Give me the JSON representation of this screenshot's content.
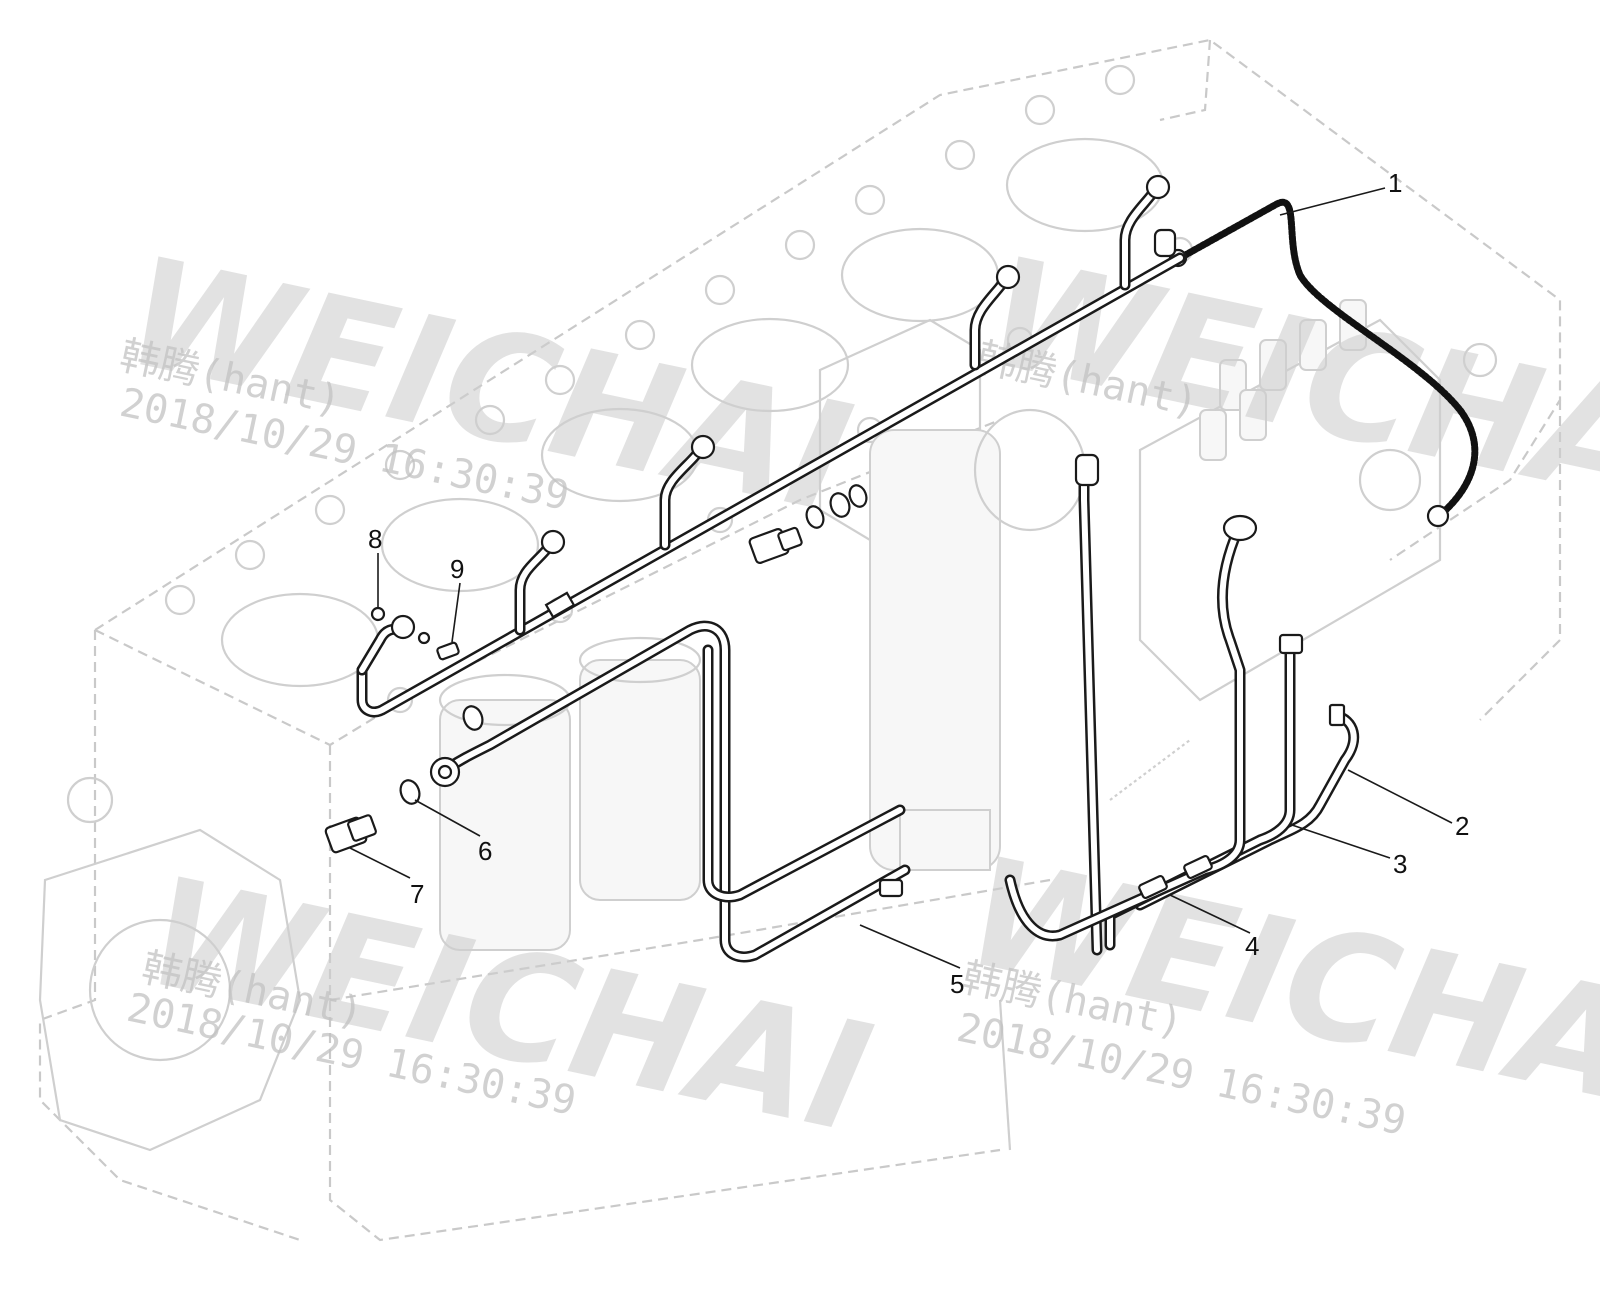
{
  "watermark": {
    "brand": "WEICHAI",
    "user": "韩腾(hant)",
    "timestamp": "2018/10/29 16:30:39"
  },
  "callouts": [
    "1",
    "2",
    "3",
    "4",
    "5",
    "6",
    "7",
    "8",
    "9"
  ]
}
